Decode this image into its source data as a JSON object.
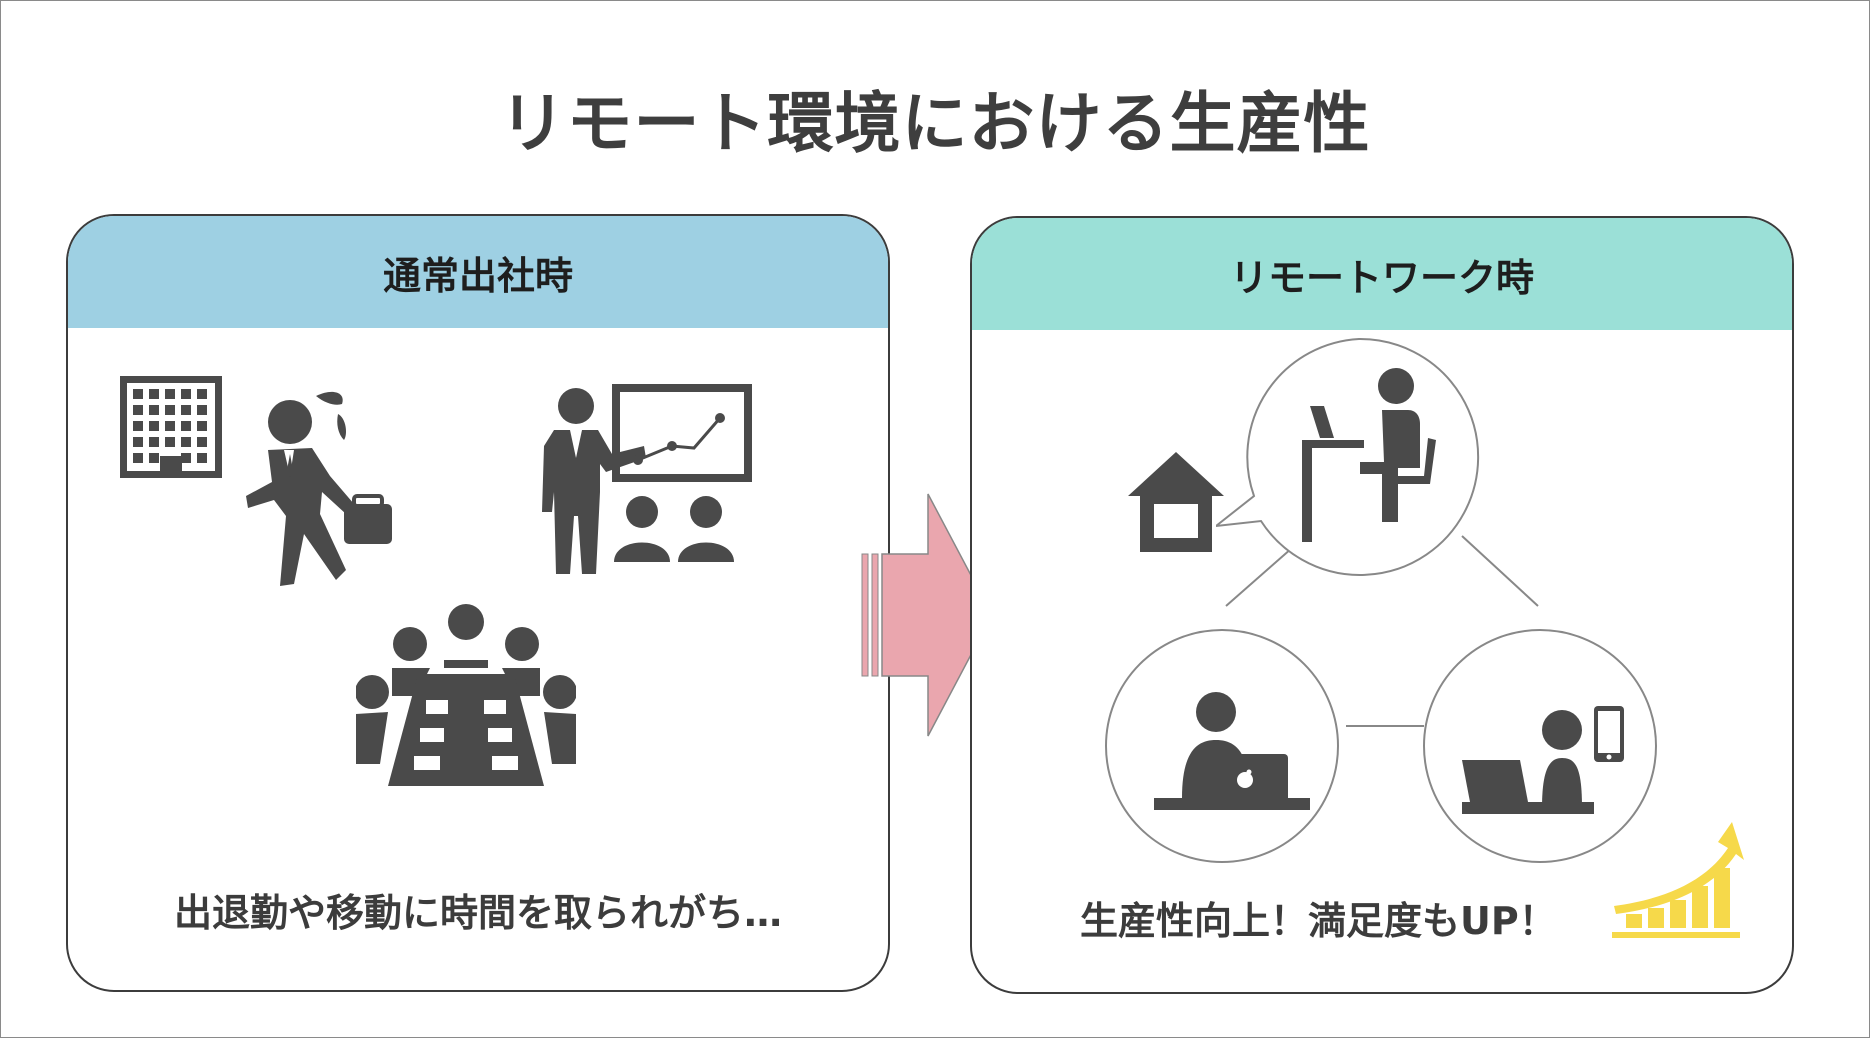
{
  "title": "リモート環境における生産性",
  "left_panel": {
    "header": "通常出社時",
    "caption": "出退勤や移動に時間を取られがち…",
    "header_color": "#9ed0e3",
    "icons": [
      "office-building-icon",
      "commuter-running-icon",
      "presenter-chart-icon",
      "meeting-table-icon"
    ]
  },
  "right_panel": {
    "header": "リモートワーク時",
    "caption": "生産性向上！満足度もUP！",
    "header_color": "#9be0d7",
    "icons": [
      "house-icon",
      "person-desk-laptop-icon",
      "person-apple-laptop-icon",
      "person-laptop-phone-icon",
      "growth-bar-chart-icon"
    ]
  },
  "colors": {
    "arrow": "#eaa6ae",
    "icon": "#4a4a4a",
    "growth": "#f6d94a"
  }
}
